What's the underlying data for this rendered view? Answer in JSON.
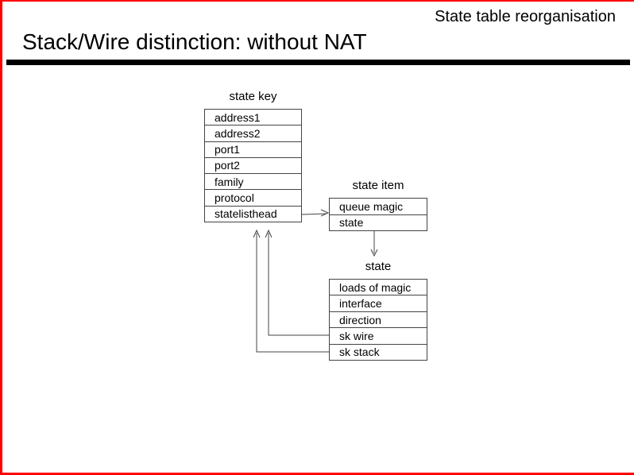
{
  "slide": {
    "corner_title": "State table reorganisation",
    "heading": "Stack/Wire distinction: without NAT",
    "accent_color": "#ff0000"
  },
  "diagram": {
    "tables": [
      {
        "id": "state-key",
        "label": "state key",
        "rows": [
          "address1",
          "address2",
          "port1",
          "port2",
          "family",
          "protocol",
          "statelisthead"
        ]
      },
      {
        "id": "state-item",
        "label": "state item",
        "rows": [
          "queue magic",
          "state"
        ]
      },
      {
        "id": "state",
        "label": "state",
        "rows": [
          "loads of magic",
          "interface",
          "direction",
          "sk wire",
          "sk stack"
        ]
      }
    ],
    "connections": [
      {
        "from": "state key.statelisthead",
        "to": "state item",
        "direction": "right"
      },
      {
        "from": "state item.state",
        "to": "state",
        "direction": "down"
      },
      {
        "from": "state.sk wire",
        "to": "state key",
        "direction": "up"
      },
      {
        "from": "state.sk stack",
        "to": "state key",
        "direction": "up"
      }
    ]
  }
}
